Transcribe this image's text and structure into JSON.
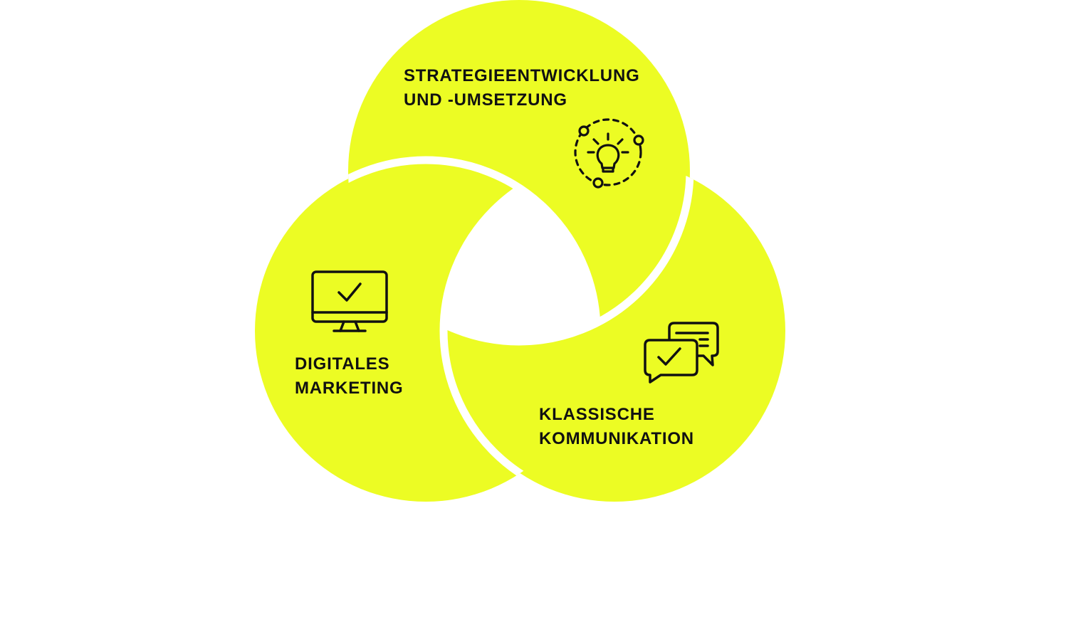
{
  "colors": {
    "fill": "#ECFC24",
    "ink": "#111111",
    "gap": "#ffffff"
  },
  "segments": [
    {
      "id": "strategy",
      "line1": "STRATEGIEENTWICKLUNG",
      "line2": "UND -UMSETZUNG",
      "icon": "lightbulb-network-icon"
    },
    {
      "id": "digital",
      "line1": "DIGITALES",
      "line2": "MARKETING",
      "icon": "monitor-check-icon"
    },
    {
      "id": "classic",
      "line1": "KLASSISCHE",
      "line2": "KOMMUNIKATION",
      "icon": "chat-bubbles-check-icon"
    }
  ]
}
